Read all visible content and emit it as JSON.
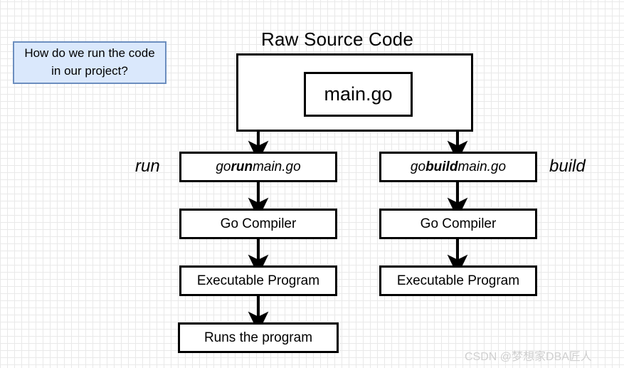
{
  "diagram": {
    "title": "Raw Source Code",
    "callout": "How do we run the code in our project?",
    "source_box": {
      "file_label": "main.go"
    },
    "branches": [
      {
        "name": "run",
        "label": "run",
        "command_prefix": "go ",
        "command_keyword": "run",
        "command_suffix": " main.go",
        "steps": [
          "Go Compiler",
          "Executable Program",
          "Runs the program"
        ]
      },
      {
        "name": "build",
        "label": "build",
        "command_prefix": "go ",
        "command_keyword": "build",
        "command_suffix": " main.go",
        "steps": [
          "Go Compiler",
          "Executable Program"
        ]
      }
    ],
    "watermark": "CSDN @梦想家DBA匠人",
    "colors": {
      "callout_fill": "#dae8fc",
      "callout_border": "#6c8ebf",
      "node_border": "#000000",
      "node_fill": "#ffffff",
      "grid_minor": "#e9e9e9",
      "grid_major": "#d0d0d0",
      "watermark": "#cfcfcf"
    }
  }
}
